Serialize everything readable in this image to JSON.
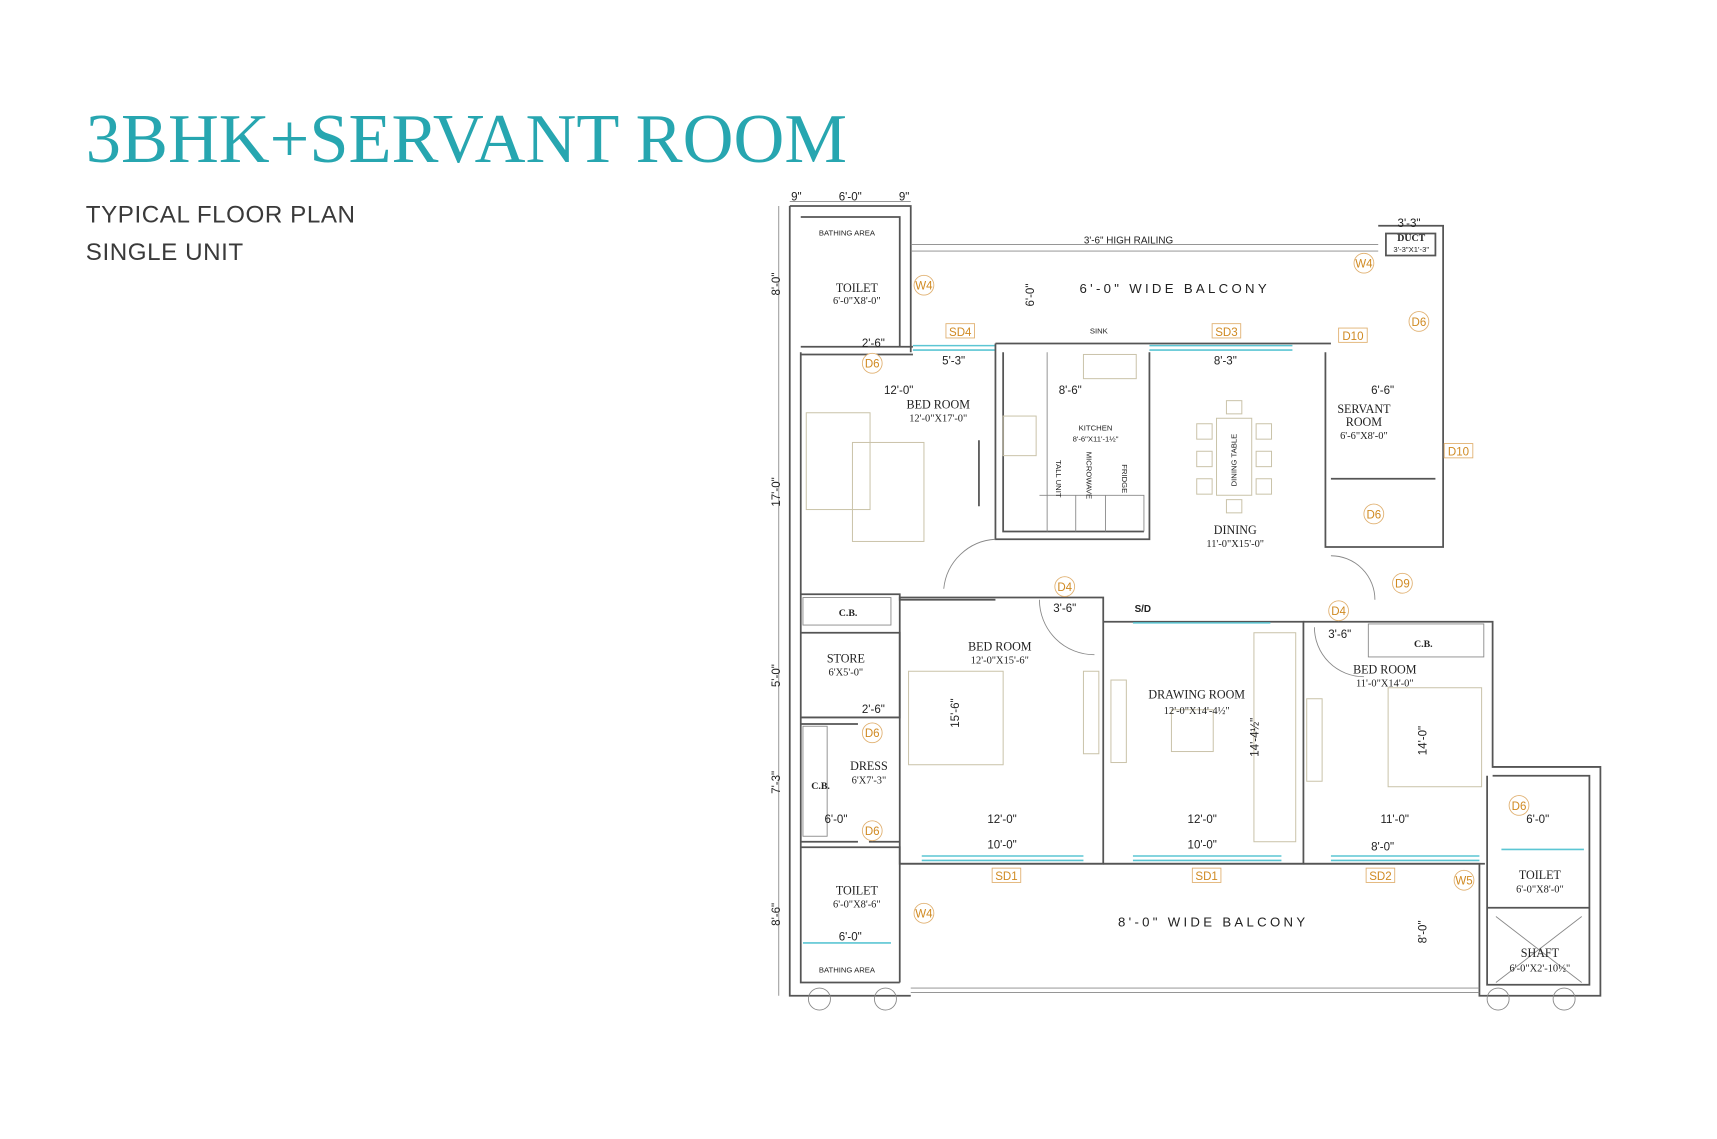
{
  "header": {
    "title": "3BHK+SERVANT ROOM",
    "subtitle_1": "TYPICAL FLOOR PLAN",
    "subtitle_2": "SINGLE UNIT"
  },
  "colors": {
    "title": "#27a6b0",
    "tag": "#d08a22",
    "window": "#5cc6d4"
  },
  "rooms": {
    "toilet_nw": {
      "name": "TOILET",
      "size": "6'-0\"X8'-0\""
    },
    "bathing_nw": {
      "name": "BATHING AREA"
    },
    "bed1": {
      "name": "BED ROOM",
      "size": "12'-0\"X17'-0\""
    },
    "kitchen": {
      "name": "KITCHEN",
      "size": "8'-6\"X11'-1½\""
    },
    "sink": {
      "name": "SINK"
    },
    "tall_unit": {
      "name": "TALL UNIT"
    },
    "microwave": {
      "name": "MICROWAVE"
    },
    "fridge": {
      "name": "FRIDGE"
    },
    "dining": {
      "name": "DINING",
      "size": "11'-0\"X15'-0\""
    },
    "dining_table": {
      "name": "DINING TABLE"
    },
    "servant": {
      "name_1": "SERVANT",
      "name_2": "ROOM",
      "size": "6'-6\"X8'-0\""
    },
    "duct": {
      "name": "DUCT",
      "size": "3'-3\"X1'-3\""
    },
    "store": {
      "name": "STORE",
      "size": "6'X5'-0\""
    },
    "dress": {
      "name": "DRESS",
      "size": "6'X7'-3\""
    },
    "cb_1": {
      "name": "C.B."
    },
    "cb_2": {
      "name": "C.B."
    },
    "cb_3": {
      "name": "C.B."
    },
    "bed2": {
      "name": "BED ROOM",
      "size": "12'-0\"X15'-6\""
    },
    "drawing": {
      "name": "DRAWING ROOM",
      "size": "12'-0\"X14'-4½\""
    },
    "bed3": {
      "name": "BED ROOM",
      "size": "11'-0\"X14'-0\""
    },
    "toilet_sw": {
      "name": "TOILET",
      "size": "6'-0\"X8'-6\""
    },
    "bathing_sw": {
      "name": "BATHING AREA"
    },
    "toilet_se": {
      "name": "TOILET",
      "size": "6'-0\"X8'-0\""
    },
    "shaft": {
      "name": "SHAFT",
      "size": "6'-0\"X2'-10½\""
    },
    "sd_label": "S/D"
  },
  "balconies": {
    "north": "6'-0\" WIDE BALCONY",
    "south": "8'-0\" WIDE BALCONY",
    "railing": "3'-6\" HIGH RAILING"
  },
  "tags": [
    "W4",
    "SD4",
    "SD3",
    "D10",
    "D6",
    "D10",
    "D6",
    "D6",
    "D9",
    "D4",
    "D4",
    "D6",
    "D6",
    "D6",
    "SD1",
    "SD1",
    "SD2",
    "W5",
    "W4",
    "W4"
  ],
  "dimensions": [
    "9\"",
    "6'-0\"",
    "9\"",
    "8'-0\"",
    "17'-0\"",
    "5'-0\"",
    "7'-3\"",
    "8'-6\"",
    "12'-0\"",
    "8'-6\"",
    "5'-3\"",
    "8'-3\"",
    "6'-6\"",
    "12'-0\"",
    "12'-0\"",
    "11'-0\"",
    "6'-0\"",
    "6'-0\"",
    "10'-0\"",
    "10'-0\"",
    "8'-0\"",
    "15'-6\"",
    "14'-4½\"",
    "14'-0\"",
    "8'-0\"",
    "3'-3\"",
    "6'-0\"",
    "6'-0\"",
    "2'-6\"",
    "2'-6\"",
    "3'-6\"",
    "3'-6\""
  ]
}
